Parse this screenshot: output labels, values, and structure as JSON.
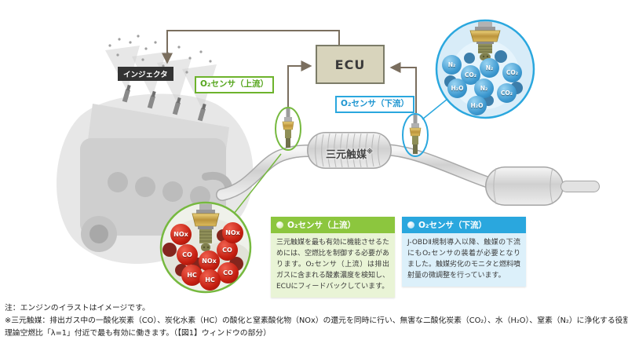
{
  "colors": {
    "green": "#6db32c",
    "green_header": "#8cc63e",
    "green_light": "#e9f4d6",
    "blue": "#2aa7de",
    "blue_light": "#dcf0fa",
    "ecu_fill": "#d8d4bc",
    "arrow": "#7a6e5e",
    "molecule_red": "#c41e10",
    "molecule_blue": "#3d99d0"
  },
  "labels": {
    "injector": "インジェクタ",
    "ecu": "ECU",
    "upstream_tag": "O₂センサ（上流）",
    "downstream_tag": "O₂センサ（下流）",
    "catalyst": "三元触媒",
    "catalyst_ref": "※"
  },
  "panels": {
    "upstream": {
      "title": "O₂センサ（上流）",
      "body": "三元触媒を最も有効に機能させるためには、空燃比を制御する必要があります。O₂センサ（上流）は排出ガスに含まれる酸素濃度を検知し、ECUにフィードバックしています。"
    },
    "downstream": {
      "title": "O₂センサ（下流）",
      "body": "J-OBDⅡ規制導入以降、触媒の下流にもO₂センサの装着が必要となりました。触媒劣化のモニタと燃料噴射量の微調整を行っています。"
    }
  },
  "insets": {
    "exhaust": {
      "molecules": [
        "NOx",
        "CO",
        "CO",
        "NOx",
        "HC",
        "CO",
        "HC",
        "NOx"
      ]
    },
    "purified": {
      "molecules": [
        "N₂",
        "CO₂",
        "N₂",
        "CO₂",
        "H₂O",
        "N₂",
        "CO₂",
        "H₂O"
      ]
    }
  },
  "footnotes": {
    "line1": "注：エンジンのイラストはイメージです。",
    "line2": "※三元触媒：排出ガス中の一酸化炭素（CO）、炭化水素（HC）の酸化と窒素酸化物（NOx）の還元を同時に行い、無害な二酸化炭素（CO₂）、水（H₂O）、窒素（N₂）に浄化する役割を持っています。",
    "line3": "理論空燃比「λ=1」付近で最も有効に働きます。（【図1】ウィンドウの部分）"
  }
}
